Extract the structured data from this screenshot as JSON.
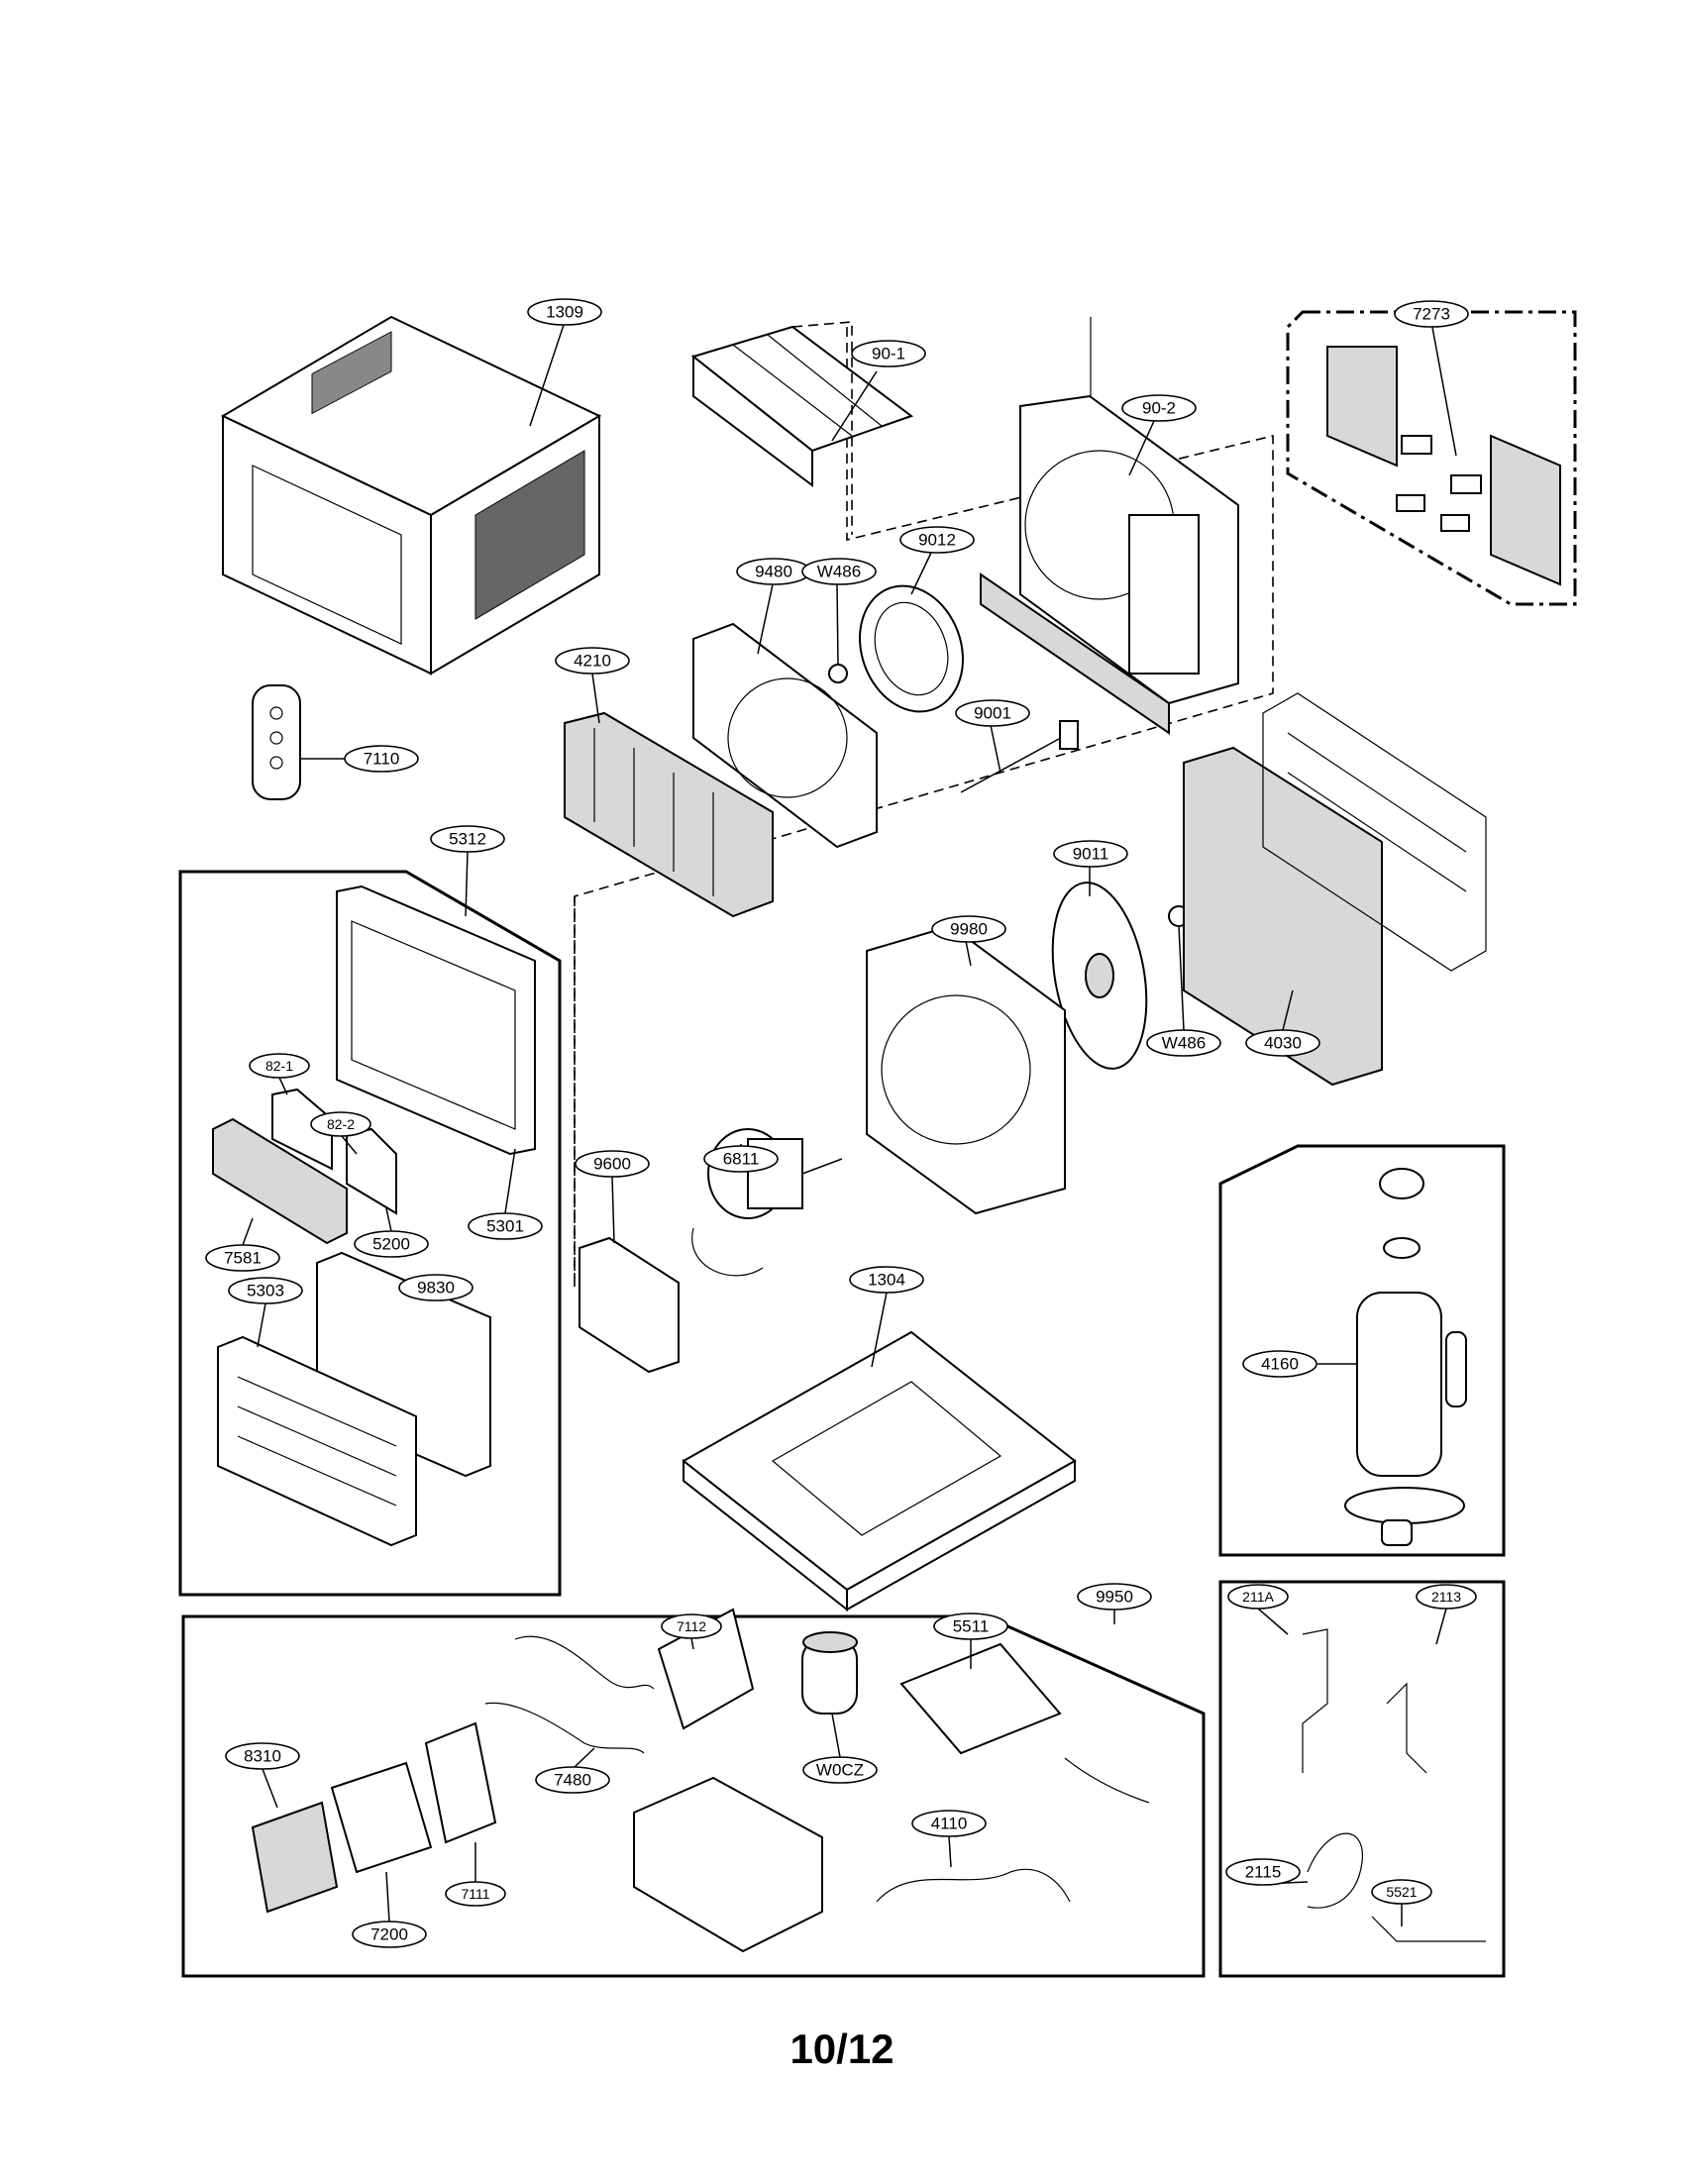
{
  "page_number": "10/12",
  "callouts": {
    "c1309": "1309",
    "c90_1": "90-1",
    "c90_2": "90-2",
    "c7273": "7273",
    "c9012": "9012",
    "c9480": "9480",
    "cW486a": "W486",
    "c4210": "4210",
    "c9001": "9001",
    "c7110": "7110",
    "c5312": "5312",
    "c9011": "9011",
    "c9980": "9980",
    "c82_1": "82-1",
    "c82_2": "82-2",
    "c6811": "6811",
    "cW486b": "W486",
    "c4030": "4030",
    "c9600": "9600",
    "c5301": "5301",
    "c5200": "5200",
    "c7581": "7581",
    "c9830": "9830",
    "c5303": "5303",
    "c1304": "1304",
    "c4160": "4160",
    "c9950": "9950",
    "c7112": "7112",
    "c5511": "5511",
    "c211A": "211A",
    "c2113": "2113",
    "c8310": "8310",
    "c7480": "7480",
    "cW0CZ": "W0CZ",
    "c4110": "4110",
    "c7111": "7111",
    "c7200": "7200",
    "c2115": "2115",
    "c5521": "5521"
  }
}
